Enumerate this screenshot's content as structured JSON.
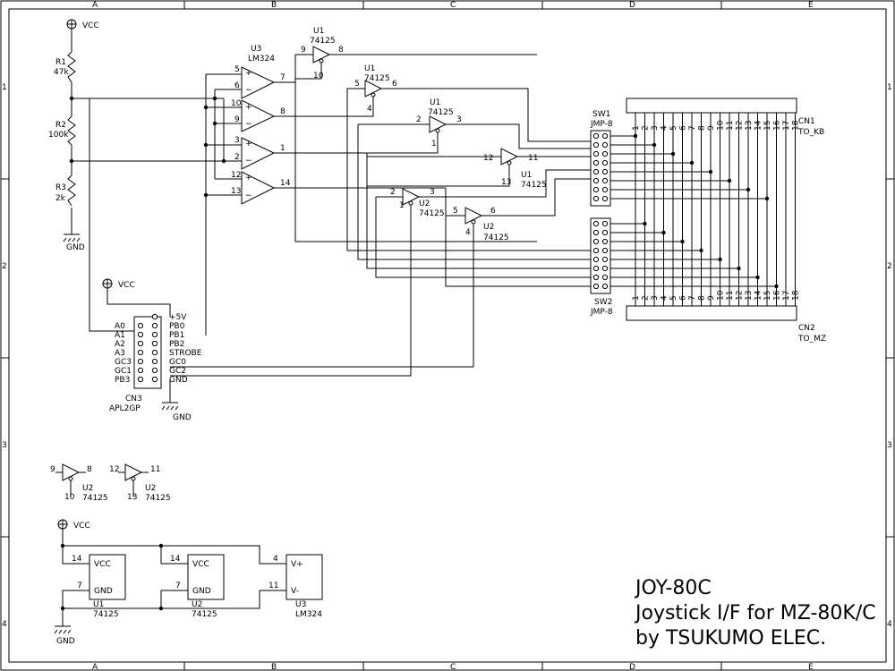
{
  "frame": {
    "cols": [
      "A",
      "B",
      "C",
      "D",
      "E"
    ],
    "rows": [
      "1",
      "2",
      "3",
      "4"
    ]
  },
  "title_block": {
    "title": "JOY-80C",
    "subtitle": "Joystick I/F for MZ-80K/C",
    "author": "by TSUKUMO ELEC."
  },
  "power": {
    "vcc": "VCC",
    "gnd": "GND"
  },
  "resistors": [
    {
      "ref": "R1",
      "value": "47k"
    },
    {
      "ref": "R2",
      "value": "100k"
    },
    {
      "ref": "R3",
      "value": "2k"
    }
  ],
  "opamp": {
    "ref": "U3",
    "part": "LM324",
    "units": [
      {
        "plus": "5",
        "minus": "6",
        "out": "7"
      },
      {
        "plus": "10",
        "minus": "9",
        "out": "8"
      },
      {
        "plus": "3",
        "minus": "2",
        "out": "1"
      },
      {
        "plus": "12",
        "minus": "13",
        "out": "14"
      }
    ]
  },
  "buffers": [
    {
      "ref": "U1",
      "part": "74125",
      "in": "9",
      "out": "8",
      "en": "10"
    },
    {
      "ref": "U1",
      "part": "74125",
      "in": "5",
      "out": "6",
      "en": "4"
    },
    {
      "ref": "U1",
      "part": "74125",
      "in": "2",
      "out": "3",
      "en": "1"
    },
    {
      "ref": "U1",
      "part": "74125",
      "in": "12",
      "out": "11",
      "en": "13"
    },
    {
      "ref": "U2",
      "part": "74125",
      "in": "2",
      "out": "3",
      "en": "1"
    },
    {
      "ref": "U2",
      "part": "74125",
      "in": "5",
      "out": "6",
      "en": "4"
    }
  ],
  "spare_buffers": [
    {
      "ref": "U2",
      "part": "74125",
      "in": "9",
      "out": "8",
      "en": "10"
    },
    {
      "ref": "U2",
      "part": "74125",
      "in": "12",
      "out": "11",
      "en": "13"
    }
  ],
  "cn3": {
    "ref": "CN3",
    "part": "APL2GP",
    "left": [
      "A0",
      "A1",
      "A2",
      "A3",
      "GC3",
      "GC1",
      "PB3"
    ],
    "right": [
      "+5V",
      "PB0",
      "PB1",
      "PB2",
      "STROBE",
      "GC0",
      "GC2",
      "GND"
    ]
  },
  "sw1": {
    "ref": "SW1",
    "part": "JMP-8"
  },
  "sw2": {
    "ref": "SW2",
    "part": "JMP-8"
  },
  "cn1": {
    "ref": "CN1",
    "name": "TO_KB"
  },
  "cn2": {
    "ref": "CN2",
    "name": "TO_MZ"
  },
  "bus_pins": [
    "1",
    "2",
    "3",
    "4",
    "5",
    "6",
    "7",
    "8",
    "9",
    "10",
    "11",
    "12",
    "13",
    "14",
    "15",
    "16",
    "17",
    "18"
  ],
  "power_blocks": [
    {
      "ref": "U1",
      "part": "74125",
      "vcc_pin": "14",
      "gnd_pin": "7",
      "vcc": "VCC",
      "gnd": "GND"
    },
    {
      "ref": "U2",
      "part": "74125",
      "vcc_pin": "14",
      "gnd_pin": "7",
      "vcc": "VCC",
      "gnd": "GND"
    },
    {
      "ref": "U3",
      "part": "LM324",
      "vcc_pin": "4",
      "gnd_pin": "11",
      "vcc": "V+",
      "gnd": "V-"
    }
  ]
}
